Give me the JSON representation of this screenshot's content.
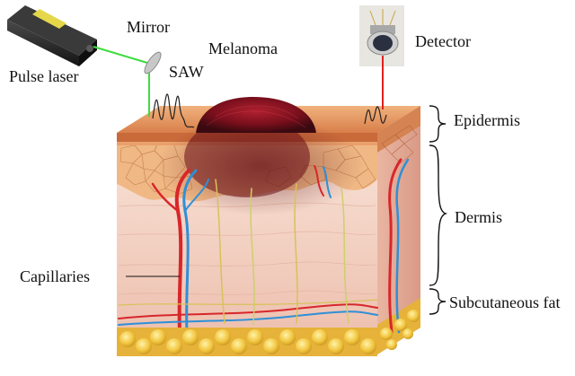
{
  "labels": {
    "pulse_laser": "Pulse laser",
    "mirror": "Mirror",
    "saw": "SAW",
    "melanoma": "Melanoma",
    "detector": "Detector",
    "epidermis": "Epidermis",
    "dermis": "Dermis",
    "capillaries": "Capillaries",
    "subcutaneous_fat": "Subcutaneous fat"
  },
  "colors": {
    "laser_beam": "#3ddc3d",
    "detector_beam": "#e02020",
    "epidermis": "#e8a06a",
    "dermis": "#f3d3c8",
    "melanoma": "#8a1020",
    "fat": "#f2c640",
    "artery": "#d8262b",
    "vein": "#2f8fd8",
    "nerve": "#d7c25a"
  }
}
